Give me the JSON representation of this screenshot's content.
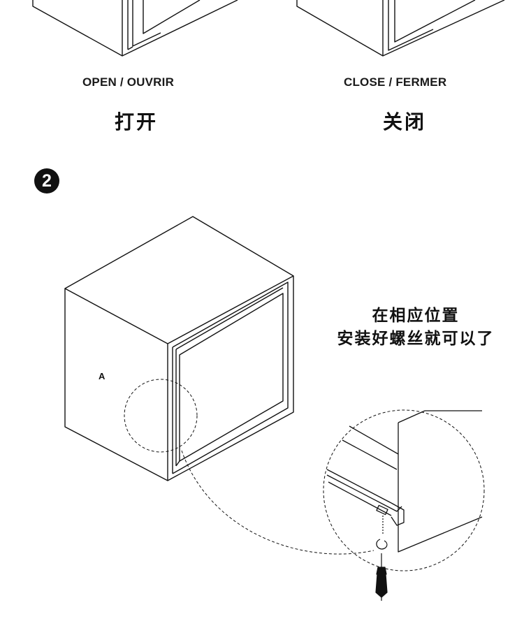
{
  "top_section": {
    "open_label_en": "OPEN / OUVRIR",
    "open_label_cn": "打开",
    "close_label_en": "CLOSE / FERMER",
    "close_label_cn": "关闭"
  },
  "step": {
    "number": "2",
    "instruction_line1": "在相应位置",
    "instruction_line2": "安装好螺丝就可以了",
    "part_label": "A"
  }
}
